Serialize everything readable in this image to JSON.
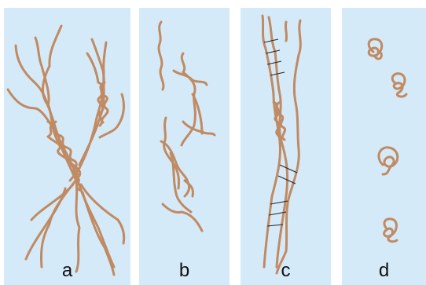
{
  "colors": {
    "panel_background": "#d5eaf8",
    "fiber": "#c08a63",
    "crosslink": "#222222"
  },
  "panels": [
    {
      "id": "a",
      "label": "a"
    },
    {
      "id": "b",
      "label": "b"
    },
    {
      "id": "c",
      "label": "c"
    },
    {
      "id": "d",
      "label": "d"
    }
  ]
}
